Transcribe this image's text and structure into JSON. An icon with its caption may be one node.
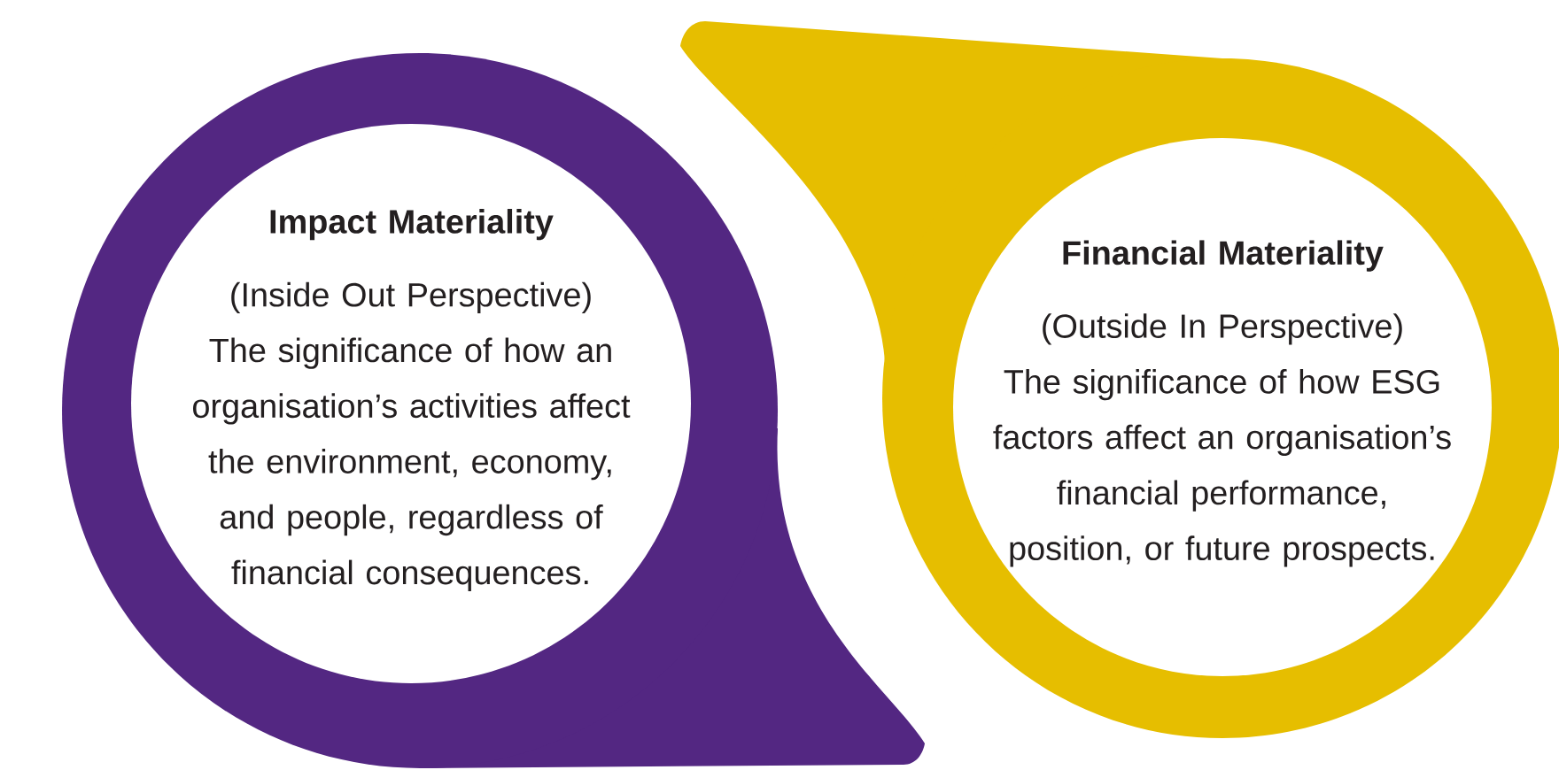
{
  "diagram": {
    "nodes": [
      {
        "text": [
          "Impact Materiality",
          "(Inside Out Perspective)",
          "The significance of how an organisation’s activities affect the environment, economy, and people, regardless of financial consequences."
        ]
      },
      {
        "text": [
          "Financial Materiality",
          "(Outside In Perspective)",
          "The significance of how ESG factors affect an organisation’s financial performance, position, or future prospects."
        ]
      }
    ]
  }
}
